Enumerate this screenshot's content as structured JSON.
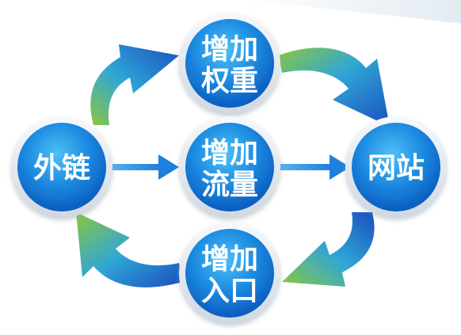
{
  "nodes": {
    "external_links": {
      "label": "外链"
    },
    "add_weight": {
      "line1": "增加",
      "line2": "权重"
    },
    "add_traffic": {
      "line1": "增加",
      "line2": "流量"
    },
    "add_entrance": {
      "line1": "增加",
      "line2": "入口"
    },
    "website": {
      "label": "网站"
    }
  },
  "colors": {
    "node_fill_center": "#3ab0f2",
    "node_fill_edge": "#0a63c6",
    "ring": "#e8edf2",
    "straight_arrow": "#2d8fe3",
    "curved_arrow_green": "#8cc63f",
    "curved_arrow_blue": "#1a5fc8"
  },
  "icons": {
    "flow_arrow": "arrow-right-icon",
    "cycle_arrow": "curved-arrow-icon"
  }
}
